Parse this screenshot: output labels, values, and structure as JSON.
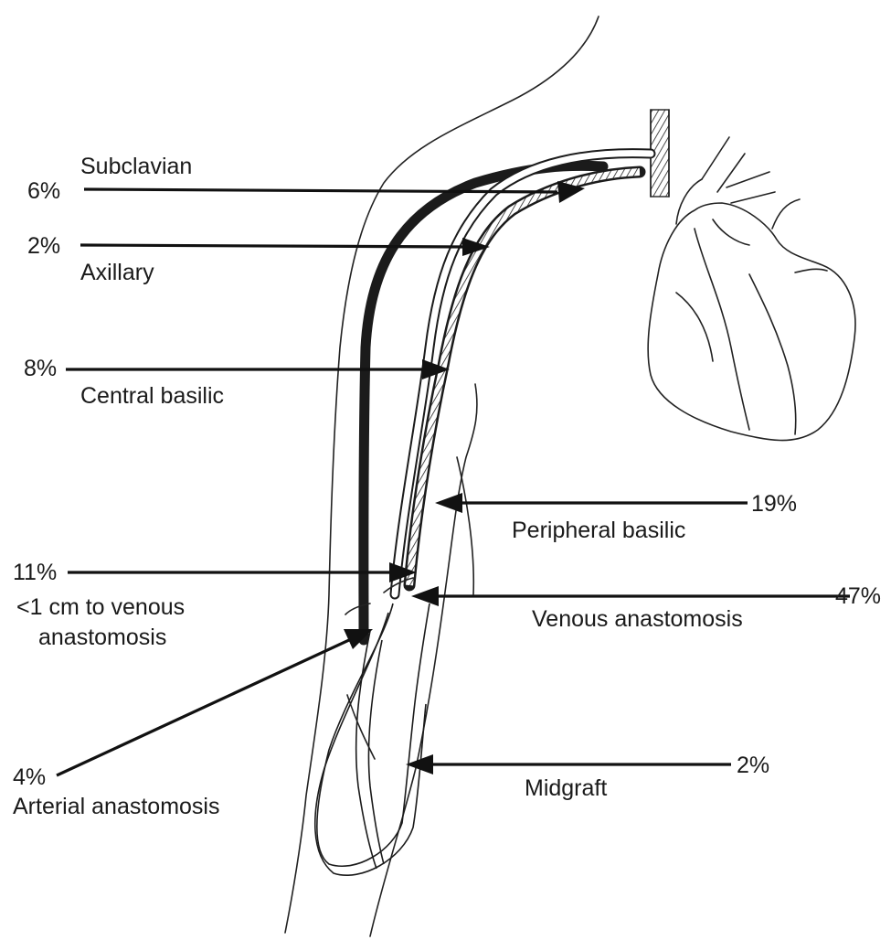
{
  "labels": {
    "subclavian": {
      "percent": "6%",
      "name": "Subclavian"
    },
    "axillary": {
      "percent": "2%",
      "name": "Axillary"
    },
    "central_basilic": {
      "percent": "8%",
      "name": "Central basilic"
    },
    "peripheral_basilic": {
      "percent": "19%",
      "name": "Peripheral basilic"
    },
    "near_venous_anastomosis": {
      "percent": "11%",
      "name_line1": "<1 cm to venous",
      "name_line2": "anastomosis"
    },
    "venous_anastomosis": {
      "percent": "47%",
      "name": "Venous anastomosis"
    },
    "arterial_anastomosis": {
      "percent": "4%",
      "name": "Arterial anastomosis"
    },
    "midgraft": {
      "percent": "2%",
      "name": "Midgraft"
    }
  },
  "colors": {
    "ink": "#111111",
    "background": "#ffffff"
  }
}
